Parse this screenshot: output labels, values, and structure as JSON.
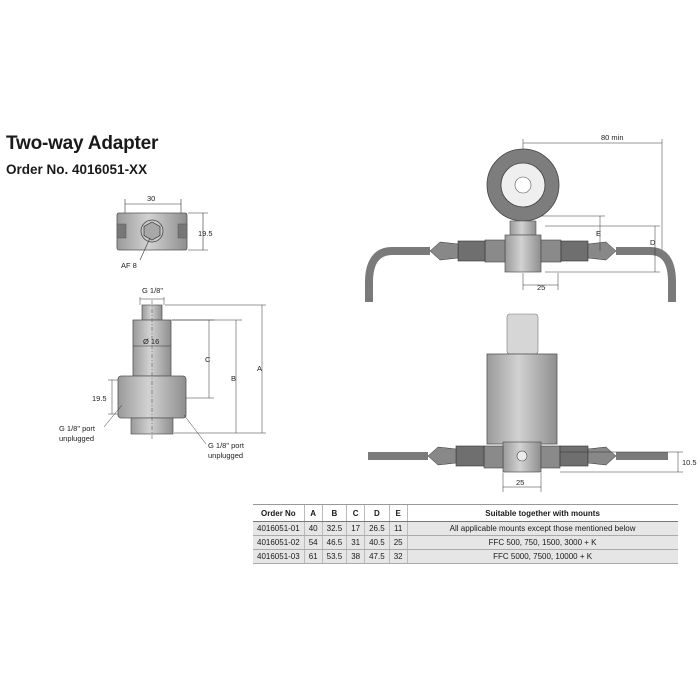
{
  "header": {
    "title": "Two-way Adapter",
    "order_no": "Order No. 4016051-XX"
  },
  "top_view": {
    "width_dim": "30",
    "height_dim": "19.5",
    "af_label": "AF 8"
  },
  "side_view": {
    "thread_label": "G 1/8\"",
    "diameter_label": "Ø 16",
    "dim_a": "A",
    "dim_b": "B",
    "dim_c": "C",
    "dim_height": "19.5",
    "port_left_1": "G 1/8\" port",
    "port_left_2": "unplugged",
    "port_right_1": "G 1/8\" port",
    "port_right_2": "unplugged"
  },
  "right_views": {
    "min_label": "80 min",
    "dim_d": "D",
    "dim_e": "E",
    "width_top": "25",
    "width_bottom": "25",
    "height_bottom": "10.5"
  },
  "table": {
    "headers": [
      "Order No",
      "A",
      "B",
      "C",
      "D",
      "E",
      "Suitable together with mounts"
    ],
    "rows": [
      [
        "4016051-01",
        "40",
        "32.5",
        "17",
        "26.5",
        "11",
        "All applicable mounts except those mentioned below"
      ],
      [
        "4016051-02",
        "54",
        "46.5",
        "31",
        "40.5",
        "25",
        "FFC 500, 750, 1500, 3000 + K"
      ],
      [
        "4016051-03",
        "61",
        "53.5",
        "38",
        "47.5",
        "32",
        "FFC 5000, 7500, 10000 + K"
      ]
    ]
  },
  "colors": {
    "body_gray": "#b4b4b4",
    "cable_gray": "#7a7a7a",
    "row_shade": "#e6e6e6"
  }
}
